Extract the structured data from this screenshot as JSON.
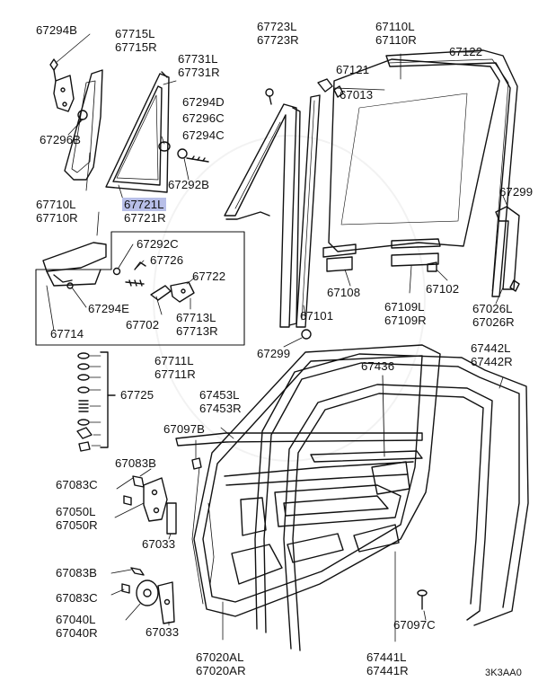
{
  "diagram_code": "3K3AA0",
  "highlight_color": "#b8bfe8",
  "labels": {
    "l67294B": "67294B",
    "l67715": "67715L\n67715R",
    "l67296B": "67296B",
    "l67731": "67731L\n67731R",
    "l67294D": "67294D",
    "l67296C": "67296C",
    "l67294C": "67294C",
    "l67292B": "67292B",
    "l67710": "67710L\n67710R",
    "l67721L": "67721L",
    "l67721R": "67721R",
    "l67292C": "67292C",
    "l67726": "67726",
    "l67722": "67722",
    "l67294E": "67294E",
    "l67702": "67702",
    "l67713": "67713L\n67713R",
    "l67714": "67714",
    "l67711": "67711L\n67711R",
    "l67725": "67725",
    "l67723": "67723L\n67723R",
    "l67121": "67121",
    "l67013": "67013",
    "l67110": "67110L\n67110R",
    "l67122": "67122",
    "l67299a": "67299",
    "l67108": "67108",
    "l67109": "67109L\n67109R",
    "l67102": "67102",
    "l67026": "67026L\n67026R",
    "l67101": "67101",
    "l67299b": "67299",
    "l67436": "67436",
    "l67442": "67442L\n67442R",
    "l67453": "67453L\n67453R",
    "l67097B": "67097B",
    "l67083Ba": "67083B",
    "l67083C": "67083C",
    "l67050": "67050L\n67050R",
    "l67033a": "67033",
    "l67083Bb": "67083B",
    "l67083Cb": "67083C",
    "l67040": "67040L\n67040R",
    "l67033b": "67033",
    "l67097C": "67097C",
    "l67020A": "67020AL\n67020AR",
    "l67441": "67441L\n67441R"
  }
}
